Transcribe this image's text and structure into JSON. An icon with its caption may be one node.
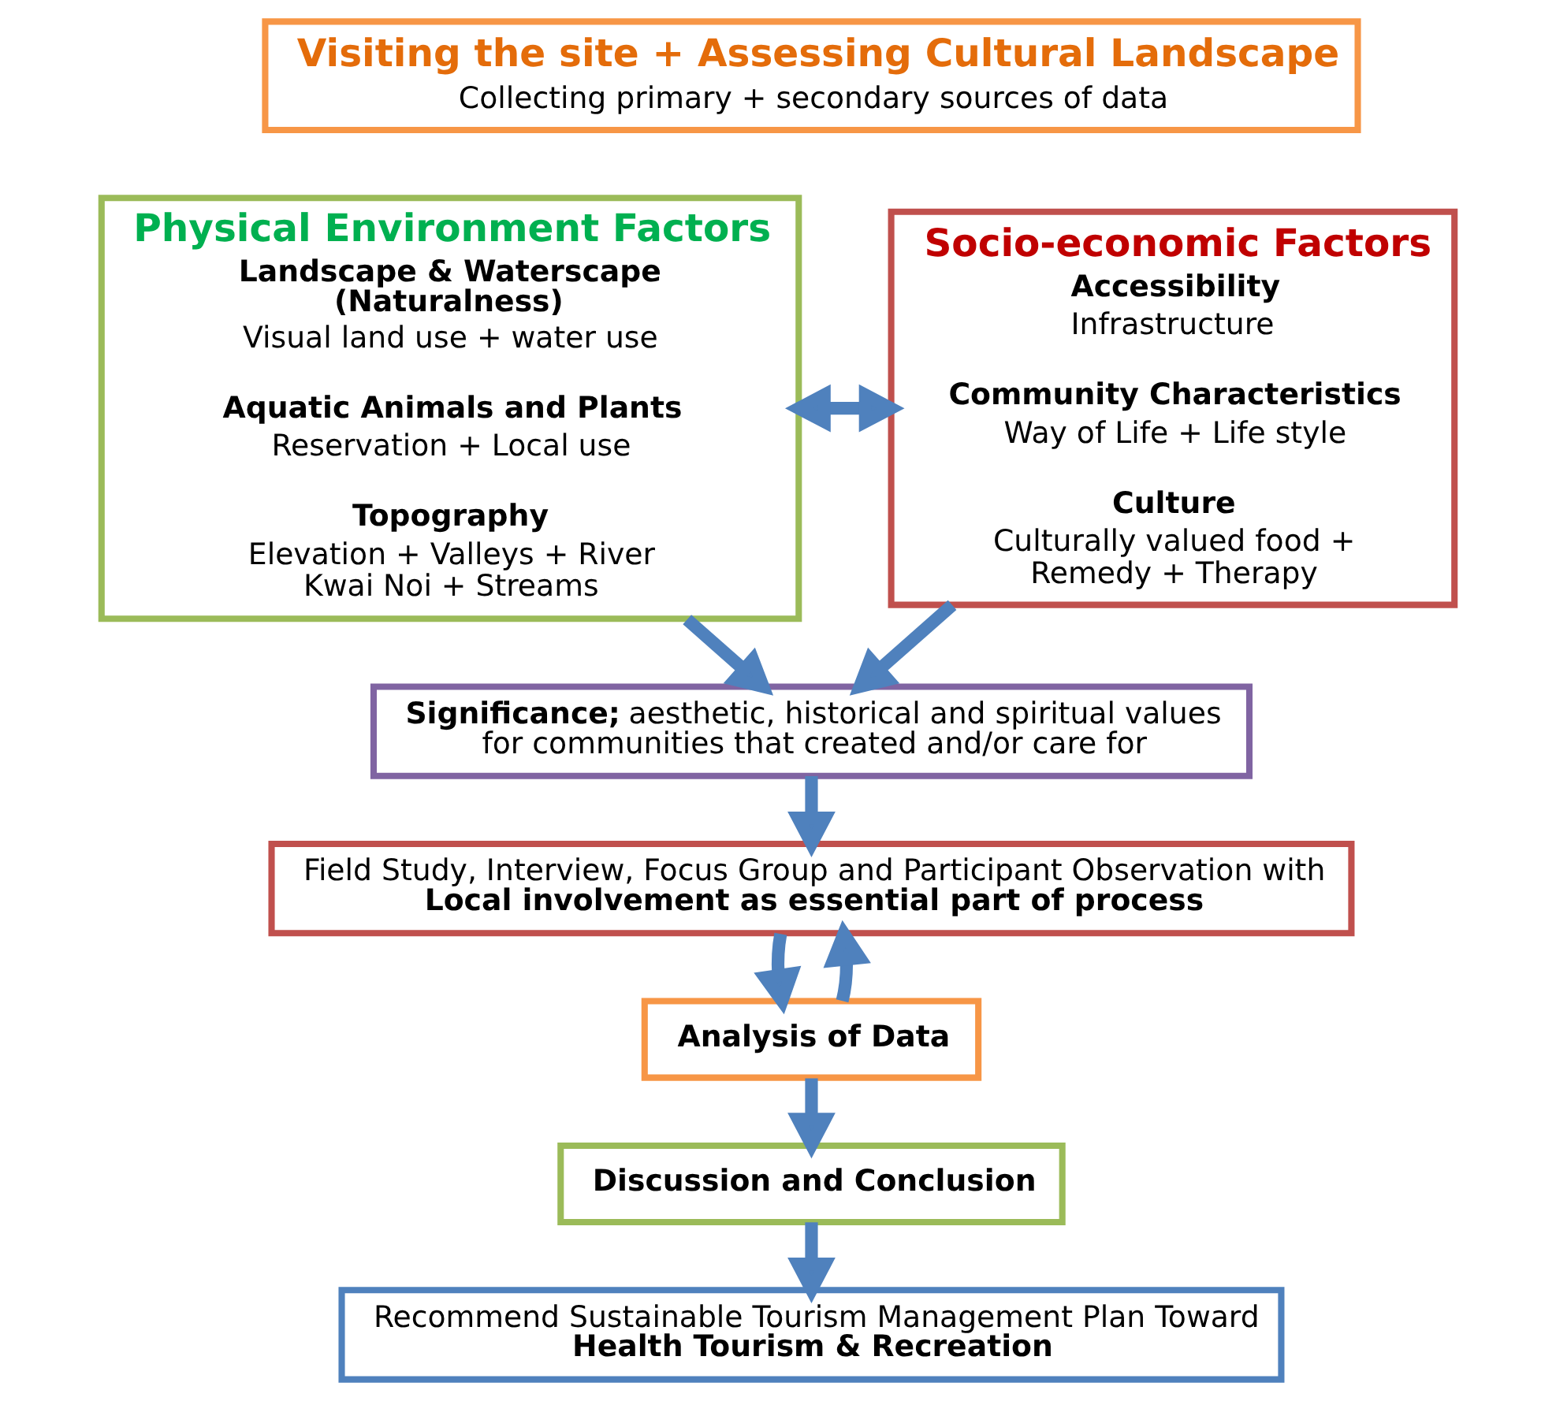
{
  "diagram": {
    "nodes": [
      {
        "text": [
          "Visiting the site + Assessing Cultural Landscape",
          "Collecting primary + secondary sources of data"
        ]
      },
      {
        "text": [
          "Physical Environment Factors",
          "Landscape & Waterscape (Naturalness)",
          "Visual land use + water use",
          "Aquatic Animals and Plants",
          "Reservation + Local use",
          "Topography",
          "Elevation + Valleys + River Kwai Noi + Streams"
        ]
      },
      {
        "text": [
          "Socio-economic Factors",
          "Accessibility",
          "Infrastructure",
          "Community Characteristics",
          "Way of Life + Life style",
          "Culture",
          "Culturally valued food + Remedy + Therapy"
        ]
      },
      {
        "text": [
          "**Significance;** aesthetic, historical and spiritual values for communities that created and/or care for"
        ]
      },
      {
        "text": [
          "Field Study, Interview, Focus Group and Participant Observation with **Local involvement as essential part of process**"
        ]
      },
      {
        "text": [
          "Analysis of Data"
        ]
      },
      {
        "text": [
          "Discussion and Conclusion"
        ]
      },
      {
        "text": [
          "Recommend Sustainable Tourism Management Plan Toward **Health Tourism & Recreation**"
        ]
      }
    ],
    "edges": [
      {
        "from": 1,
        "to": 2,
        "arrow": "both"
      },
      {
        "from": 1,
        "to": 3,
        "arrow": "to"
      },
      {
        "from": 2,
        "to": 3,
        "arrow": "to"
      },
      {
        "from": 3,
        "to": 4,
        "arrow": "to"
      },
      {
        "from": 4,
        "to": 5,
        "arrow": "to"
      },
      {
        "from": 5,
        "to": 4,
        "arrow": "to"
      },
      {
        "from": 5,
        "to": 6,
        "arrow": "to"
      },
      {
        "from": 6,
        "to": 7,
        "arrow": "to"
      }
    ]
  }
}
